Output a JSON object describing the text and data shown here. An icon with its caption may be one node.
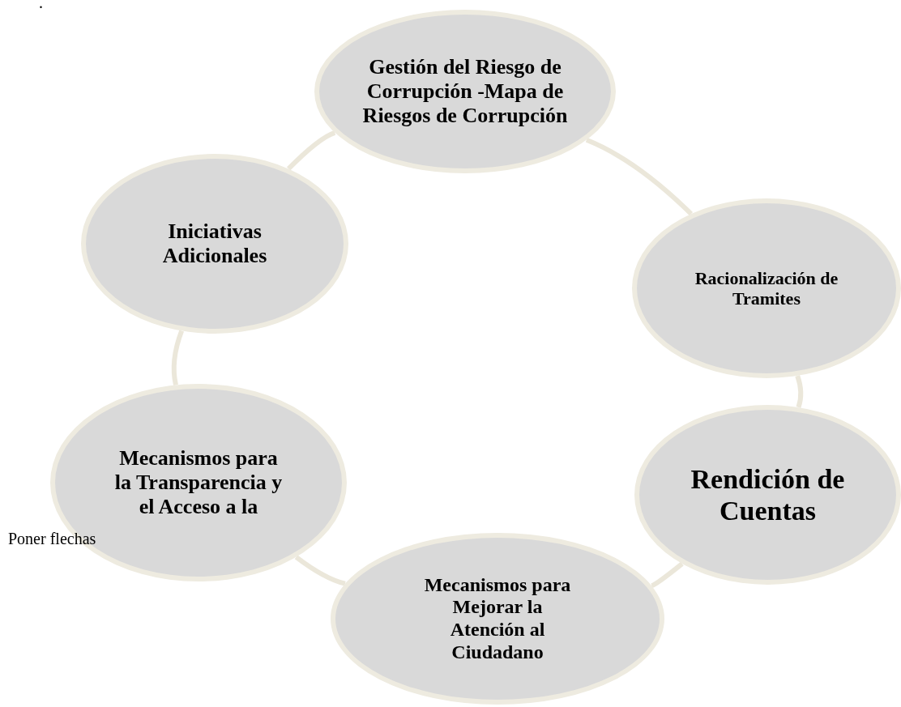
{
  "diagram": {
    "nodes": [
      {
        "text": [
          "Gestión del Riesgo de Corrupción -Mapa de Riesgos de Corrupción"
        ]
      },
      {
        "text": [
          "Iniciativas Adicionales"
        ]
      },
      {
        "text": [
          "Racionalización de Tramites"
        ]
      },
      {
        "text": [
          "Mecanismos para la Transparencia y el Acceso a la"
        ]
      },
      {
        "text": [
          "Rendición de Cuentas"
        ]
      },
      {
        "text": [
          "Mecanismos para Mejorar la Atención al Ciudadano"
        ]
      }
    ],
    "edges": [
      {
        "from": 0,
        "to": 2,
        "arrow": "none"
      },
      {
        "from": 2,
        "to": 4,
        "arrow": "none"
      },
      {
        "from": 4,
        "to": 5,
        "arrow": "none"
      },
      {
        "from": 5,
        "to": 3,
        "arrow": "none"
      },
      {
        "from": 3,
        "to": 1,
        "arrow": "none"
      },
      {
        "from": 1,
        "to": 0,
        "arrow": "none"
      }
    ],
    "labels": [
      ".",
      "Poner flechas"
    ]
  }
}
